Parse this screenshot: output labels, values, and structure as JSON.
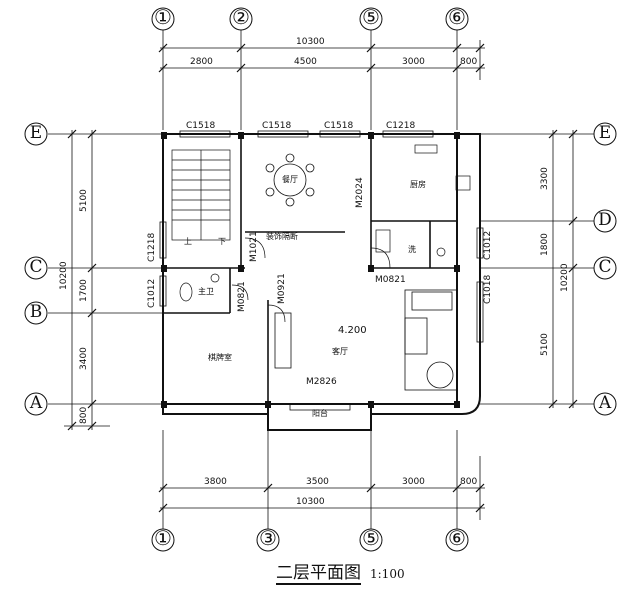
{
  "drawing": {
    "title": "二层平面图",
    "scale": "1:100",
    "elevation": "4.200"
  },
  "axes": {
    "top": [
      "①",
      "②",
      "⑤",
      "⑥"
    ],
    "bottom": [
      "①",
      "③",
      "⑤",
      "⑥"
    ],
    "left": [
      "E",
      "C",
      "B",
      "A"
    ],
    "right": [
      "E",
      "D",
      "C",
      "A"
    ]
  },
  "dims": {
    "top_total": "10300",
    "top_segments": [
      "2800",
      "4500",
      "3000",
      "800"
    ],
    "bottom_total": "10300",
    "bottom_segments": [
      "3800",
      "3500",
      "3000",
      "800"
    ],
    "left_total": "10200",
    "left_segments": [
      "5100",
      "1700",
      "3400",
      "800"
    ],
    "right_total": "10200",
    "right_segments": [
      "3300",
      "1800",
      "5100"
    ]
  },
  "rooms": {
    "dining": "餐厅",
    "kitchen": "厨房",
    "wash": "洗",
    "bath": "主卫",
    "chess": "棋牌室",
    "living": "客厅",
    "balcony": "阳台",
    "partition": "装饰隔断",
    "stair_up": "上",
    "stair_down": "下"
  },
  "openings": {
    "win_top_1": "C1518",
    "win_top_2": "C1518",
    "win_top_3": "C1518",
    "win_top_4": "C1218",
    "win_left_1": "C1218",
    "win_left_2": "C1012",
    "win_right_1": "C1012",
    "win_right_2": "C1018",
    "door_kitchen": "M2024",
    "door_stair": "M1021",
    "door_bath": "M0821",
    "door_chess": "M0921",
    "door_wash": "M0821",
    "door_balcony": "M2826"
  }
}
